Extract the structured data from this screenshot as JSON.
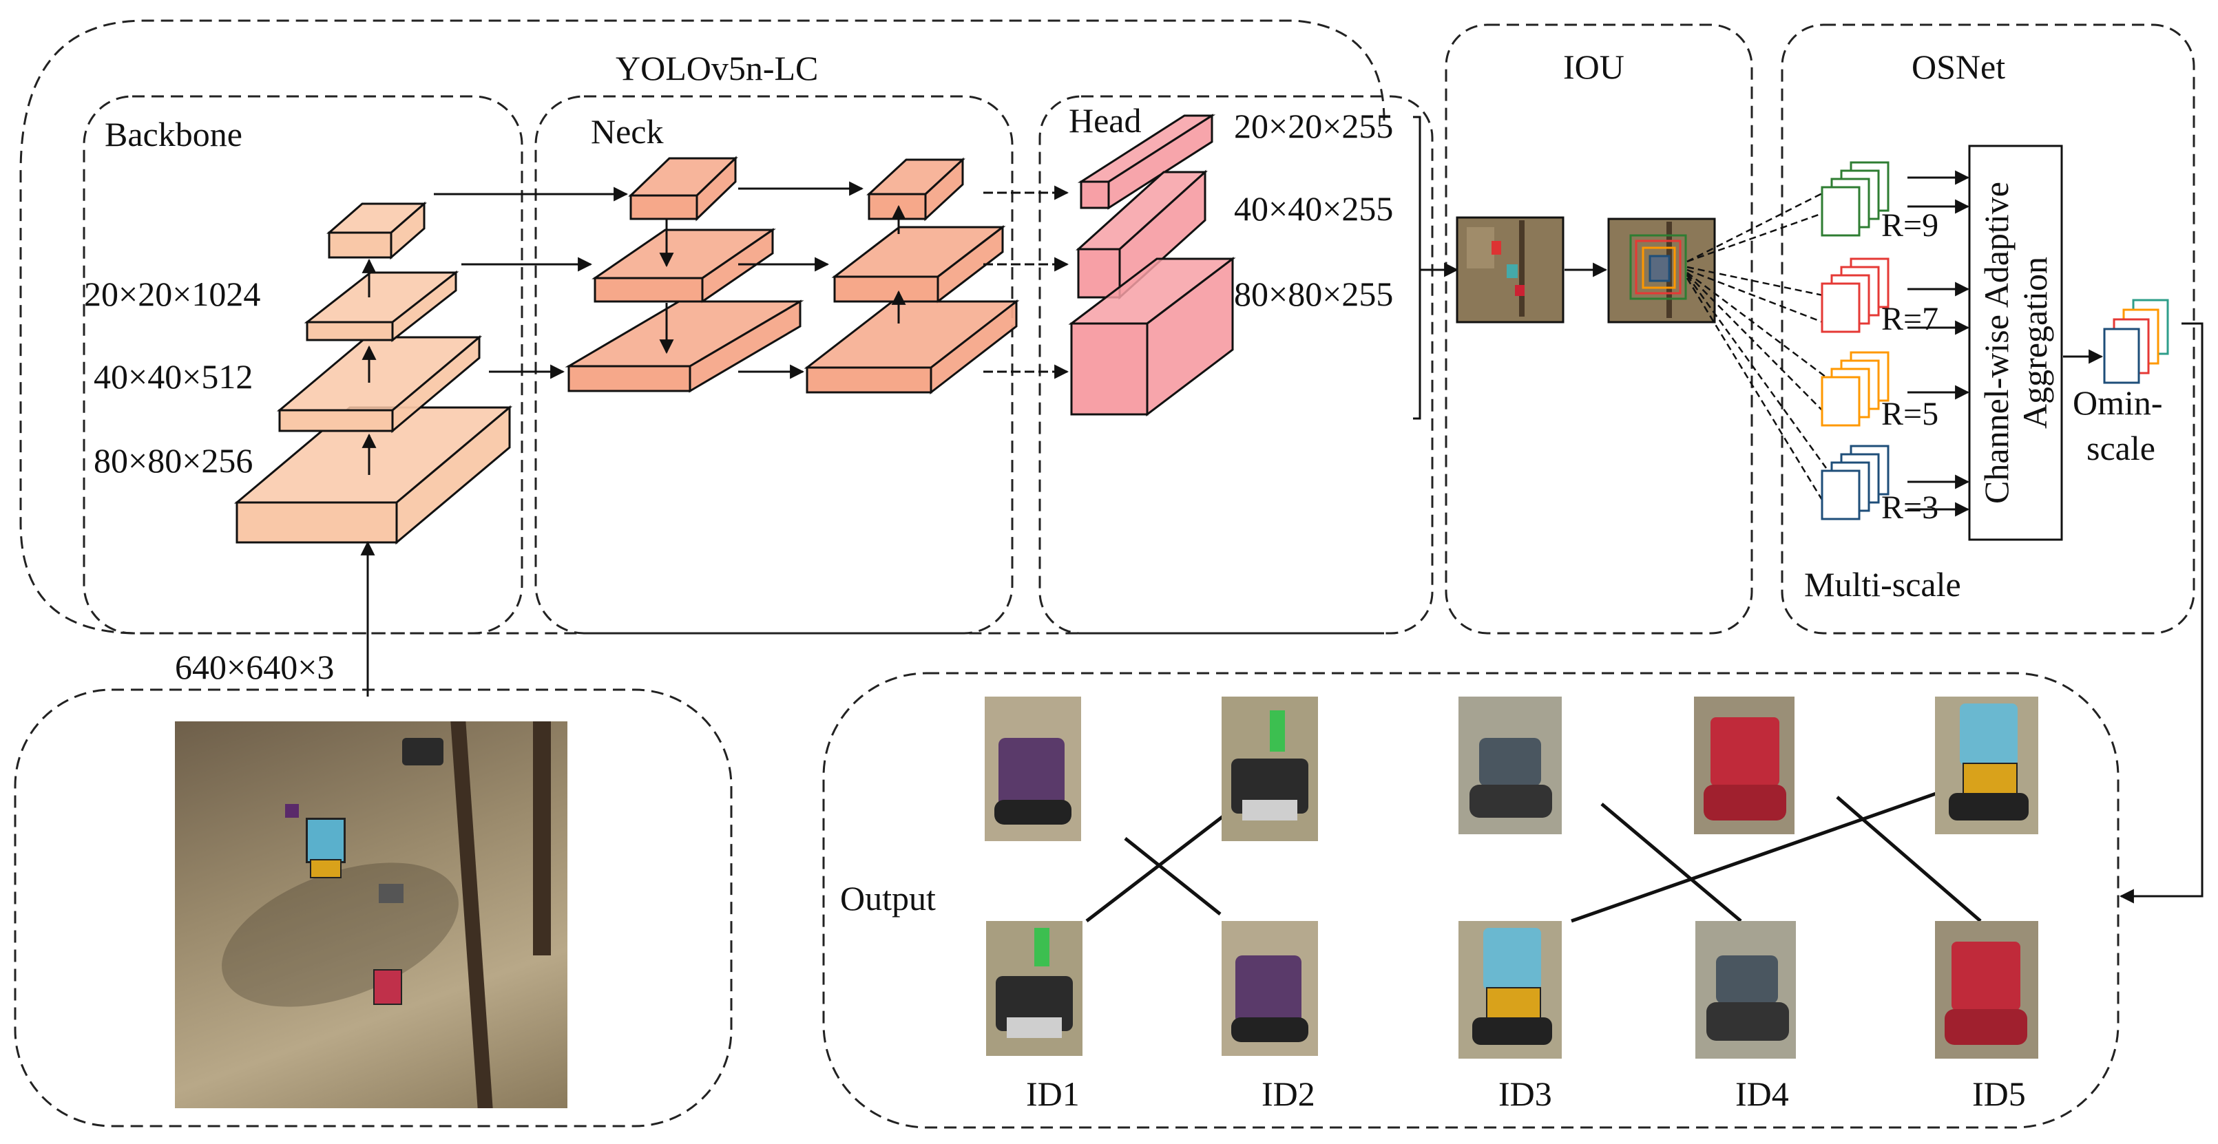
{
  "title": "YOLOv5n-LC",
  "sections": {
    "backbone": "Backbone",
    "neck": "Neck",
    "head": "Head",
    "iou": "IOU",
    "osnet": "OSNet",
    "multiscale": "Multi-scale",
    "output": "Output"
  },
  "backbone_dims": [
    "20×20×1024",
    "40×40×512",
    "80×80×256"
  ],
  "head_dims": [
    "20×20×255",
    "40×40×255",
    "80×80×255"
  ],
  "input_dim": "640×640×3",
  "osnet": {
    "aggregation_line1": "Channel-wise Adaptive",
    "aggregation_line2": "Aggregation",
    "scales": [
      "R=9",
      "R=7",
      "R=5",
      "R=3"
    ],
    "scale_colors": [
      "#2e7d32",
      "#e53935",
      "#ff9800",
      "#1e4e79"
    ],
    "omni_line1": "Omin-",
    "omni_line2": "scale"
  },
  "ids": [
    "ID1",
    "ID2",
    "ID3",
    "ID4",
    "ID5"
  ],
  "colors": {
    "cube_light": "#f9c8a8",
    "cube_mid": "#f6a88a",
    "cube_head": "#f7a0a6",
    "stroke": "#111111"
  }
}
